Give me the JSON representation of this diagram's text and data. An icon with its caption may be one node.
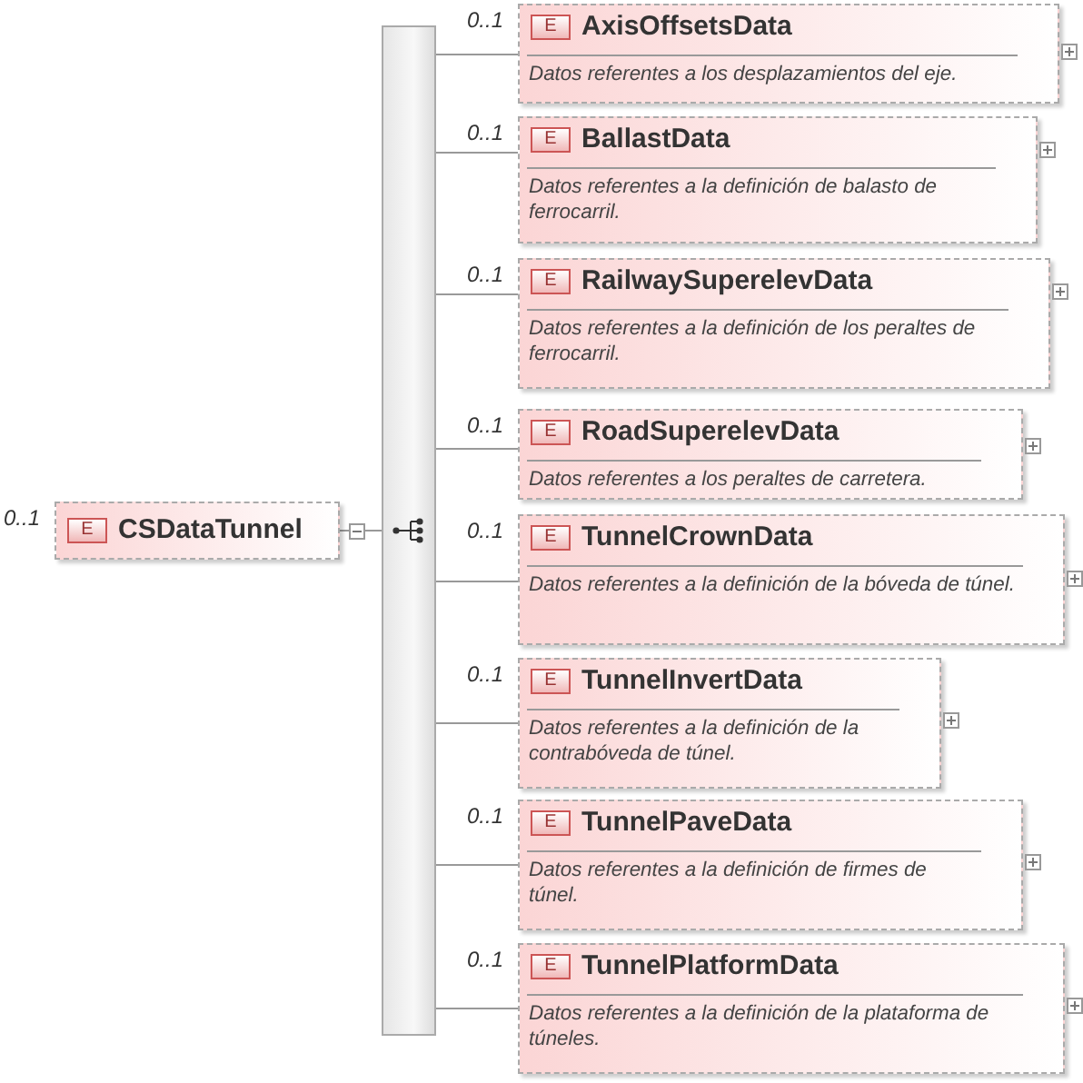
{
  "diagram": {
    "nodes": [
      {
        "text": [
          "CSDataTunnel"
        ],
        "beside": [
          "0..1"
        ]
      },
      {
        "text": [],
        "shape": "bar"
      },
      {
        "text": [
          "AxisOffsetsData",
          "Datos referentes a los desplazamientos del eje."
        ],
        "beside": [
          "0..1"
        ]
      },
      {
        "text": [
          "BallastData",
          "Datos referentes a la definición de balasto de ferrocarril."
        ],
        "beside": [
          "0..1"
        ]
      },
      {
        "text": [
          "RailwaySuperelevData",
          "Datos referentes a la definición de los peraltes de ferrocarril."
        ],
        "beside": [
          "0..1"
        ]
      },
      {
        "text": [
          "RoadSuperelevData",
          "Datos referentes a los peraltes de carretera."
        ],
        "beside": [
          "0..1"
        ]
      },
      {
        "text": [
          "TunnelCrownData",
          "Datos referentes a la definición de la bóveda de túnel."
        ],
        "beside": [
          "0..1"
        ]
      },
      {
        "text": [
          "TunnelInvertData",
          "Datos referentes a la definición de la contrabóveda de túnel."
        ],
        "beside": [
          "0..1"
        ]
      },
      {
        "text": [
          "TunnelPaveData",
          "Datos referentes a la definición de firmes de túnel."
        ],
        "beside": [
          "0..1"
        ]
      },
      {
        "text": [
          "TunnelPlatformData",
          "Datos referentes a la definición de la plataforma de túneles."
        ],
        "beside": [
          "0..1"
        ]
      }
    ],
    "edges": [
      {
        "from": 0,
        "to": 1,
        "arrow": "none"
      },
      {
        "from": 1,
        "to": 2,
        "arrow": "none"
      },
      {
        "from": 1,
        "to": 3,
        "arrow": "none"
      },
      {
        "from": 1,
        "to": 4,
        "arrow": "none"
      },
      {
        "from": 1,
        "to": 5,
        "arrow": "none"
      },
      {
        "from": 1,
        "to": 6,
        "arrow": "none"
      },
      {
        "from": 1,
        "to": 7,
        "arrow": "none"
      },
      {
        "from": 1,
        "to": 8,
        "arrow": "none"
      },
      {
        "from": 1,
        "to": 9,
        "arrow": "none"
      }
    ],
    "labels": [
      "E",
      "E",
      "E",
      "E",
      "E",
      "E",
      "E",
      "E",
      "E"
    ]
  }
}
